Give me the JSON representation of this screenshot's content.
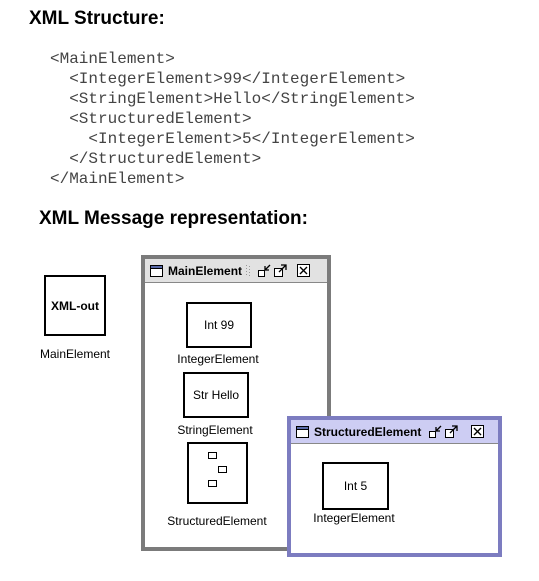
{
  "headings": {
    "xml_structure": "XML Structure:",
    "xml_message": "XML Message representation:"
  },
  "xml_lines": [
    "<MainElement>",
    "  <IntegerElement>99</IntegerElement>",
    "  <StringElement>Hello</StringElement>",
    "  <StructuredElement>",
    "    <IntegerElement>5</IntegerElement>",
    "  </StructuredElement>",
    "</MainElement>"
  ],
  "xml_out_component": {
    "box_text": "XML-out",
    "label": "MainElement"
  },
  "main_frame": {
    "title": "MainElement",
    "components": [
      {
        "box_text": "Int 99",
        "label": "IntegerElement"
      },
      {
        "box_text": "Str Hello",
        "label": "StringElement"
      },
      {
        "box_text": "",
        "label": "StructuredElement"
      }
    ]
  },
  "structured_frame": {
    "title": "StructuredElement",
    "components": [
      {
        "box_text": "Int 5",
        "label": "IntegerElement"
      }
    ]
  },
  "colors": {
    "inactive_frame_border": "#7b7b7b",
    "active_frame_border": "#7c7cc0",
    "active_titlebar": "#cdcdf3",
    "inactive_titlebar": "#e2e2e2",
    "xml_text": "#444444"
  },
  "icons": {
    "frame_icon": "window-icon",
    "iconify": "iconify-icon",
    "maximize": "maximize-icon",
    "close": "close-icon"
  }
}
